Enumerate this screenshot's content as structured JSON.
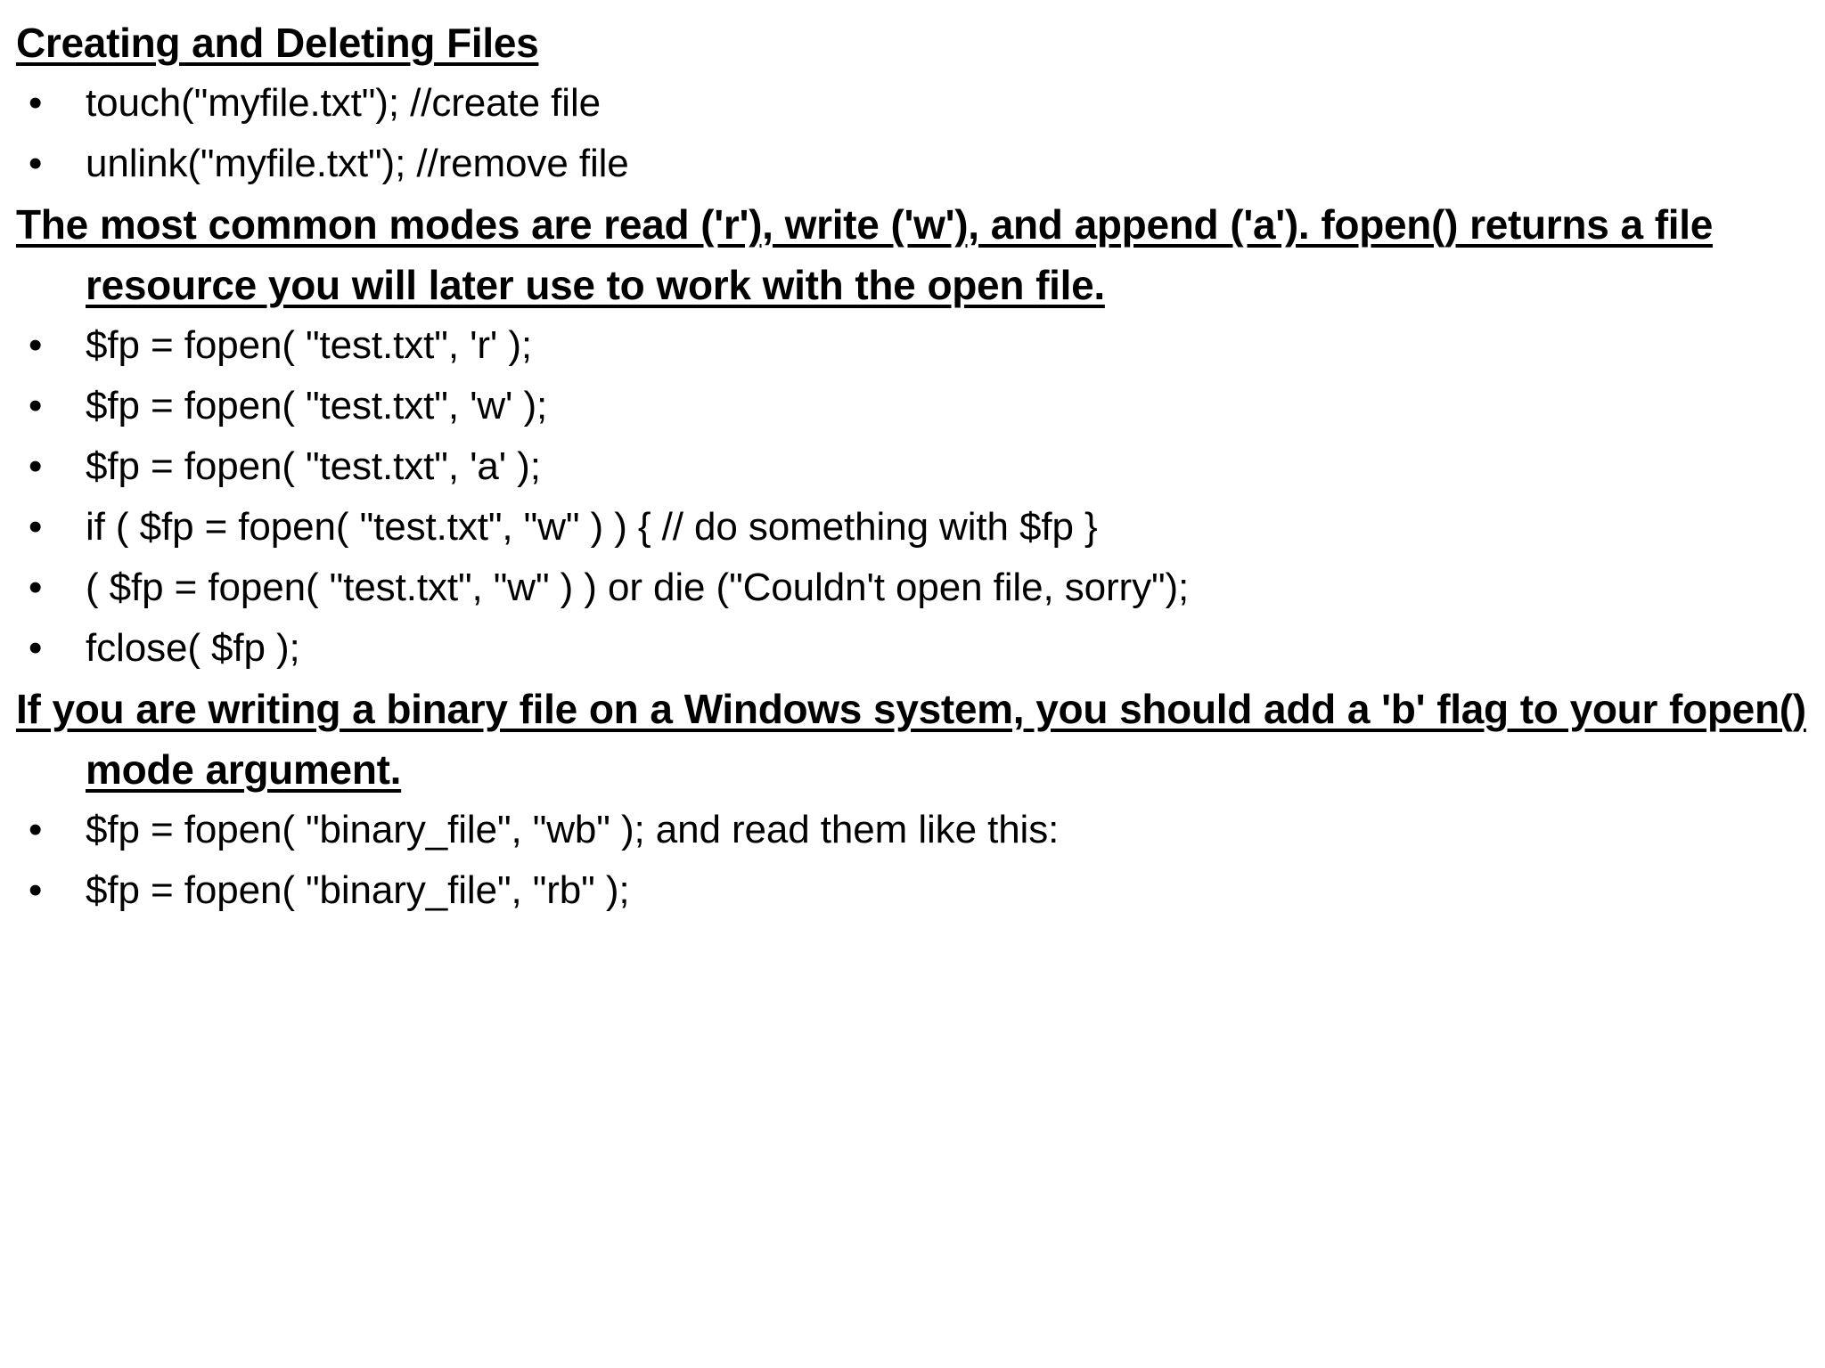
{
  "slide": {
    "background_color": "#ffffff",
    "text_color": "#000000",
    "bullet_glyph": "•",
    "blocks": [
      {
        "type": "heading",
        "name": "heading-creating-and-deleting-files",
        "text": "Creating and Deleting Files"
      },
      {
        "type": "bullet",
        "name": "bullet-touch",
        "text": "touch(\"myfile.txt\"); //create file"
      },
      {
        "type": "bullet",
        "name": "bullet-unlink",
        "text": "unlink(\"myfile.txt\"); //remove file"
      },
      {
        "type": "heading",
        "name": "heading-common-modes",
        "text": "The most common modes are read ('r'), write ('w'), and append ('a'). fopen() returns a file resource you will later use to work with the open file."
      },
      {
        "type": "bullet",
        "name": "bullet-fopen-read",
        "text": "$fp = fopen( \"test.txt\", 'r' );"
      },
      {
        "type": "bullet",
        "name": "bullet-fopen-write",
        "text": "$fp = fopen( \"test.txt\", 'w' );"
      },
      {
        "type": "bullet",
        "name": "bullet-fopen-append",
        "text": "$fp = fopen( \"test.txt\", 'a' );"
      },
      {
        "type": "bullet",
        "name": "bullet-if-fopen",
        "text": "if ( $fp = fopen( \"test.txt\", \"w\" ) ) { // do something with $fp }"
      },
      {
        "type": "bullet",
        "name": "bullet-fopen-or-die",
        "text": "( $fp = fopen( \"test.txt\", \"w\" ) ) or die (\"Couldn't open file, sorry\");"
      },
      {
        "type": "bullet",
        "name": "bullet-fclose",
        "text": "fclose( $fp );"
      },
      {
        "type": "heading",
        "name": "heading-binary-file-windows",
        "text": "If you are writing a binary file on a Windows system, you should add a 'b' flag to your fopen() mode argument."
      },
      {
        "type": "bullet",
        "name": "bullet-fopen-wb",
        "text": "$fp = fopen( \"binary_file\", \"wb\" ); and read them like this:"
      },
      {
        "type": "bullet",
        "name": "bullet-fopen-rb",
        "text": "$fp = fopen( \"binary_file\", \"rb\" );"
      }
    ]
  }
}
